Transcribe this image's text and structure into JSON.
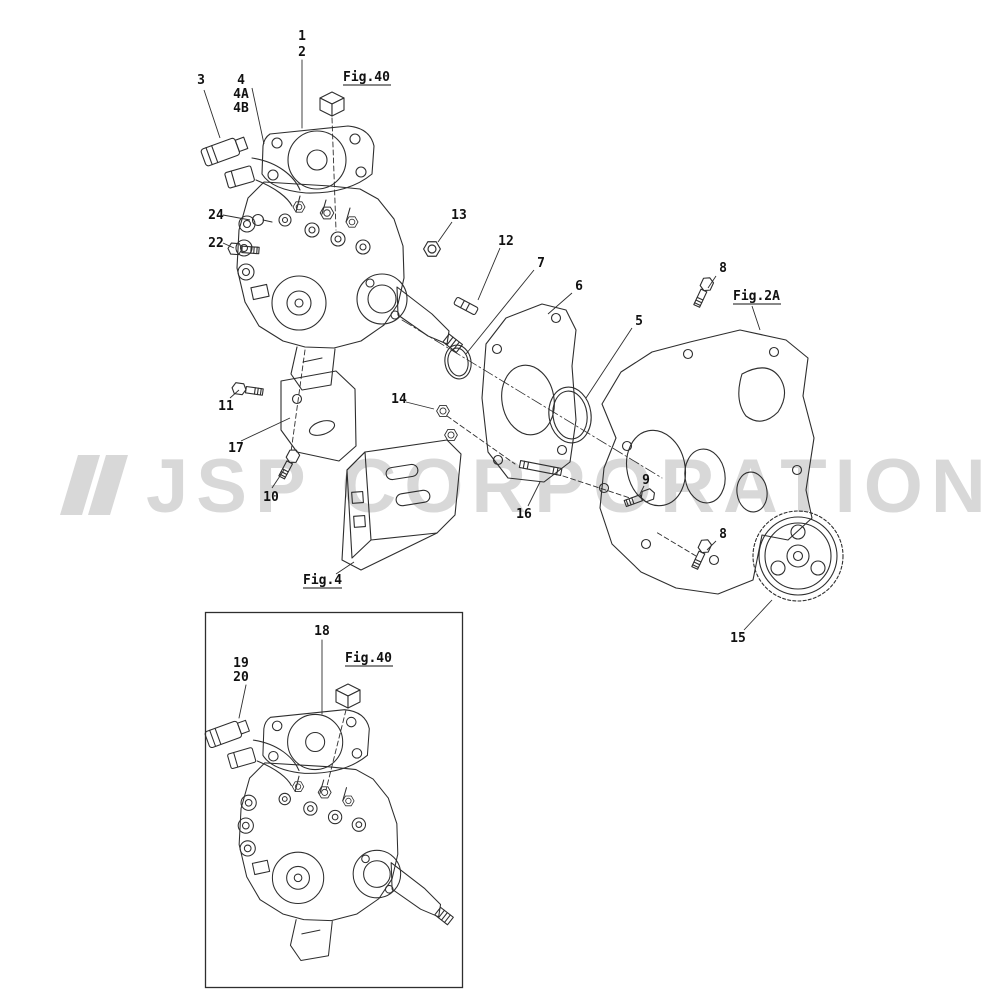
{
  "watermark": {
    "text": "JSP CORPORATION"
  },
  "labels": {
    "n1": "1",
    "n2": "2",
    "n3": "3",
    "n4": "4",
    "n4a": "4A",
    "n4b": "4B",
    "n5": "5",
    "n6": "6",
    "n7": "7",
    "n8": "8",
    "n9": "9",
    "n10": "10",
    "n11": "11",
    "n12": "12",
    "n13": "13",
    "n14": "14",
    "n15": "15",
    "n16": "16",
    "n17": "17",
    "n18": "18",
    "n19": "19",
    "n20": "20",
    "n22": "22",
    "n24": "24",
    "fig40": "Fig.40",
    "fig2a": "Fig.2A",
    "fig4": "Fig.4"
  }
}
